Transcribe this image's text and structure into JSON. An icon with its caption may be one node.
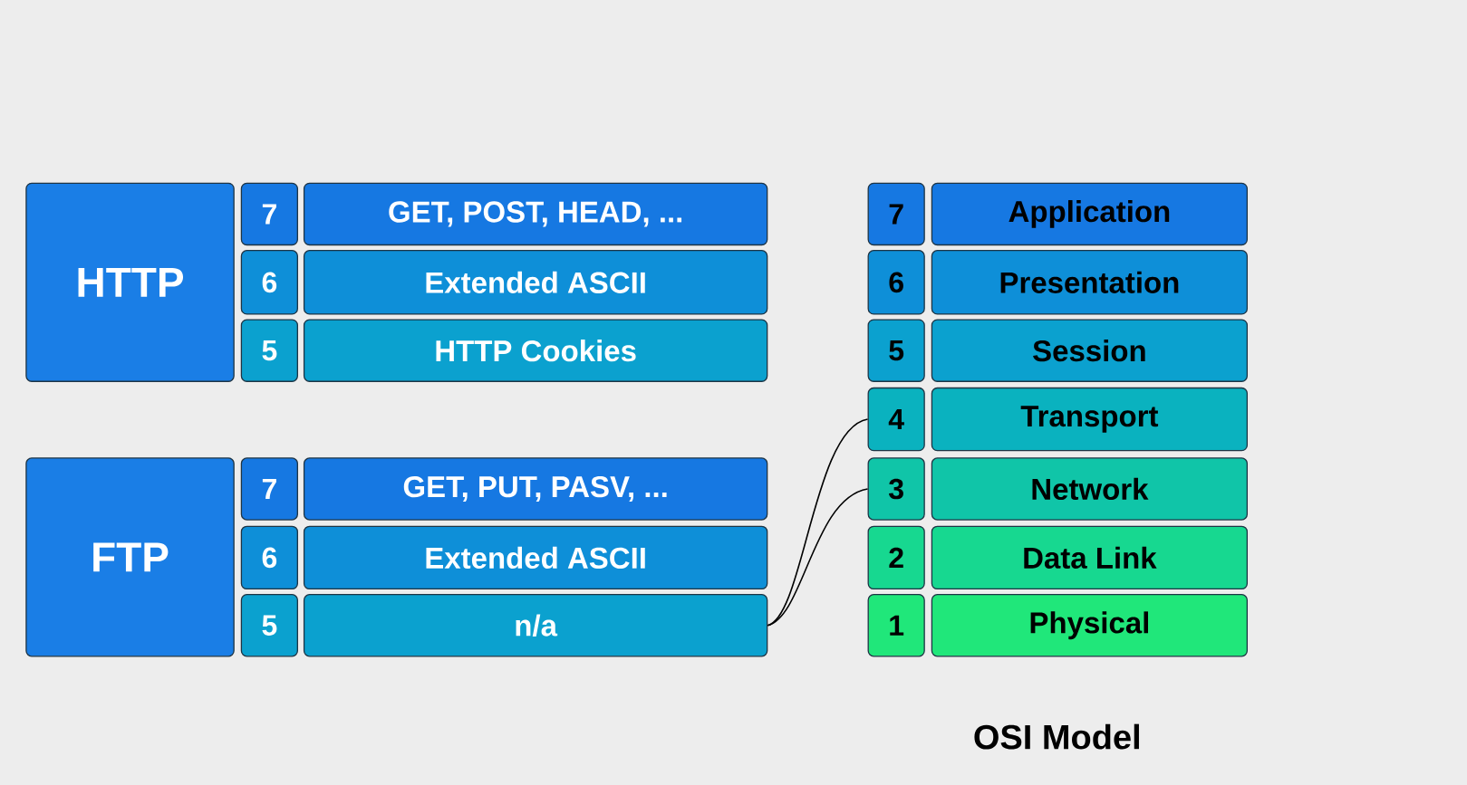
{
  "diagram": {
    "nodes": [
      {
        "text": [
          "HTTP"
        ]
      },
      {
        "text": [
          "7"
        ]
      },
      {
        "text": [
          "GET, POST, HEAD, ..."
        ]
      },
      {
        "text": [
          "6"
        ]
      },
      {
        "text": [
          "Extended ASCII"
        ]
      },
      {
        "text": [
          "5"
        ]
      },
      {
        "text": [
          "HTTP Cookies"
        ]
      },
      {
        "text": [
          "FTP"
        ]
      },
      {
        "text": [
          "7"
        ]
      },
      {
        "text": [
          "GET, PUT, PASV, ..."
        ]
      },
      {
        "text": [
          "6"
        ]
      },
      {
        "text": [
          "Extended ASCII"
        ]
      },
      {
        "text": [
          "5"
        ]
      },
      {
        "text": [
          "n/a"
        ]
      },
      {
        "text": [
          "7"
        ]
      },
      {
        "text": [
          "Application"
        ]
      },
      {
        "text": [
          "6"
        ]
      },
      {
        "text": [
          "Presentation"
        ]
      },
      {
        "text": [
          "5"
        ]
      },
      {
        "text": [
          "Session"
        ]
      },
      {
        "text": [
          "4"
        ]
      },
      {
        "text": [
          "Transport"
        ]
      },
      {
        "text": [
          "3"
        ]
      },
      {
        "text": [
          "Network"
        ]
      },
      {
        "text": [
          "2"
        ]
      },
      {
        "text": [
          "Data Link"
        ]
      },
      {
        "text": [
          "1"
        ]
      },
      {
        "text": [
          "Physical"
        ]
      }
    ],
    "edges": [
      {
        "from": 13,
        "to": 20,
        "arrow": "none"
      },
      {
        "from": 13,
        "to": 22,
        "arrow": "none"
      }
    ],
    "labels": [
      "OSI Model"
    ]
  }
}
